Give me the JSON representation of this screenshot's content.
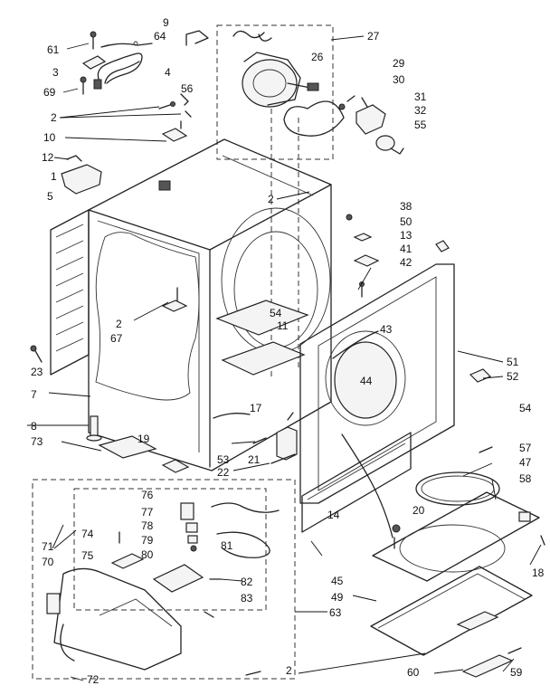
{
  "diagram": {
    "labels": {
      "p61": "61",
      "p64": "64",
      "p9": "9",
      "p27": "27",
      "p3": "3",
      "p4": "4",
      "p26": "26",
      "p69": "69",
      "p56": "56",
      "p29": "29",
      "p30": "30",
      "p2a": "2",
      "p31": "31",
      "p32": "32",
      "p10": "10",
      "p55": "55",
      "p12": "12",
      "p1": "1",
      "p5": "5",
      "p2b": "2",
      "p38": "38",
      "p50": "50",
      "p13": "13",
      "p41": "41",
      "p42": "42",
      "p2c": "2",
      "p67": "67",
      "p54a": "54",
      "p11": "11",
      "p43": "43",
      "p51": "51",
      "p23": "23",
      "p44": "44",
      "p52": "52",
      "p7": "7",
      "p17": "17",
      "p8": "8",
      "p54b": "54",
      "p73": "73",
      "p19": "19",
      "p53": "53",
      "p21": "21",
      "p57": "57",
      "p22": "22",
      "p47": "47",
      "p58": "58",
      "p76": "76",
      "p20": "20",
      "p14": "14",
      "p77": "77",
      "p71": "71",
      "p78": "78",
      "p74": "74",
      "p79": "79",
      "p81": "81",
      "p80": "80",
      "p75": "75",
      "p70": "70",
      "p82": "82",
      "p45": "45",
      "p18": "18",
      "p83": "83",
      "p49": "49",
      "p63": "63",
      "p72": "72",
      "p2d": "2",
      "p60": "60",
      "p59": "59"
    }
  }
}
